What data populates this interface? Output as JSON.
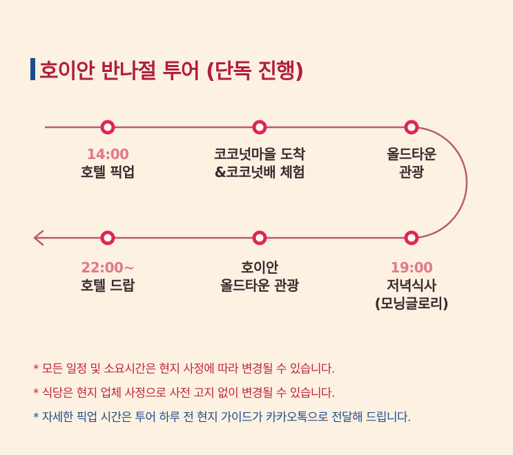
{
  "title": "호이안 반나절 투어 (단독 진행)",
  "colors": {
    "background": "#fdf1e2",
    "accent": "#b01e3c",
    "title_bar": "#1e4d8c",
    "route_line": "#b85a72",
    "dot_fill": "#e02553",
    "time_text": "#e0798e",
    "note_red": "#c0243f",
    "note_blue": "#1e4d8c"
  },
  "stops": [
    {
      "time": "14:00",
      "name": "호텔 픽업"
    },
    {
      "time": "",
      "name": "코코넛마을 도착\n&코코넛배 체험"
    },
    {
      "time": "",
      "name": "올드타운\n관광"
    },
    {
      "time": "19:00",
      "name": "저녁식사\n(모닝글로리)"
    },
    {
      "time": "",
      "name": "호이안\n올드타운 관광"
    },
    {
      "time": "22:00~",
      "name": "호텔 드랍"
    }
  ],
  "notes": [
    "* 모든 일정 및 소요시간은 현지 사정에 따라 변경될 수 있습니다.",
    "* 식당은 현지 업체 사정으로 사전 고지 없이 변경될 수 있습니다.",
    "* 자세한 픽업 시간은 투어 하루 전 현지 가이드가 카카오톡으로 전달해 드립니다."
  ]
}
